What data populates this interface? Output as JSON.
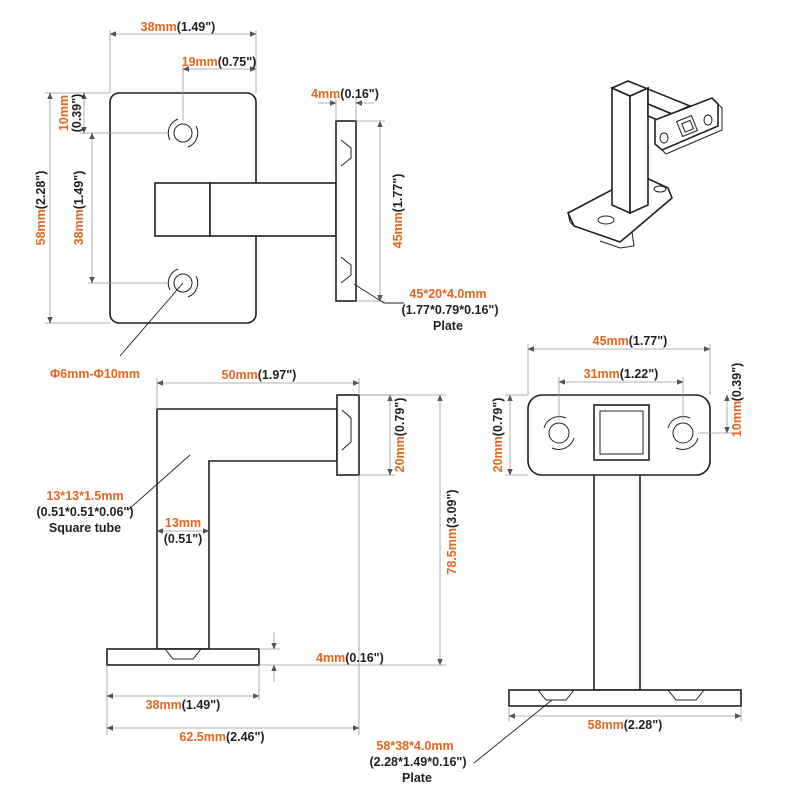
{
  "colors": {
    "metric": "#e5661c",
    "imperial": "#231f20",
    "outline": "#231f20",
    "dimension_line": "#9a9a9a"
  },
  "top_view": {
    "width_total": {
      "mm": "38mm",
      "in": "(1.49\")"
    },
    "hole_offset": {
      "mm": "19mm",
      "in": "(0.75\")"
    },
    "height_total": {
      "mm": "58mm",
      "in": "(2.28\")"
    },
    "hole_edge": {
      "mm": "10mm",
      "in": "(0.39\")"
    },
    "hole_spacing": {
      "mm": "38mm",
      "in": "(1.49\")"
    },
    "hole_callout": "Φ6mm-Φ10mm"
  },
  "side_plate_view": {
    "thickness": {
      "mm": "4mm",
      "in": "(0.16\")"
    },
    "height": {
      "mm": "45mm",
      "in": "(1.77\")"
    },
    "plate_callout": {
      "mm": "45*20*4.0mm",
      "in": "(1.77*0.79*0.16\")",
      "label": "Plate"
    }
  },
  "side_view": {
    "length": {
      "mm": "50mm",
      "in": "(1.97\")"
    },
    "plate_height": {
      "mm": "20mm",
      "in": "(0.79\")"
    },
    "total_height": {
      "mm": "78.5mm",
      "in": "(3.09\")"
    },
    "tube_width": {
      "mm": "13mm",
      "in": "(0.51\")"
    },
    "base_thickness": {
      "mm": "4mm",
      "in": "(0.16\")"
    },
    "base_width": {
      "mm": "38mm",
      "in": "(1.49\")"
    },
    "total_depth": {
      "mm": "62.5mm",
      "in": "(2.46\")"
    },
    "tube_callout": {
      "mm": "13*13*1.5mm",
      "in": "(0.51*0.51*0.06\")",
      "label": "Square tube"
    }
  },
  "front_view": {
    "plate_width": {
      "mm": "45mm",
      "in": "(1.77\")"
    },
    "hole_spacing": {
      "mm": "31mm",
      "in": "(1.22\")"
    },
    "plate_height": {
      "mm": "20mm",
      "in": "(0.79\")"
    },
    "hole_edge": {
      "mm": "10mm",
      "in": "(0.39\")"
    },
    "base_width": {
      "mm": "58mm",
      "in": "(2.28\")"
    },
    "base_callout": {
      "mm": "58*38*4.0mm",
      "in": "(2.28*1.49*0.16\")",
      "label": "Plate"
    }
  }
}
